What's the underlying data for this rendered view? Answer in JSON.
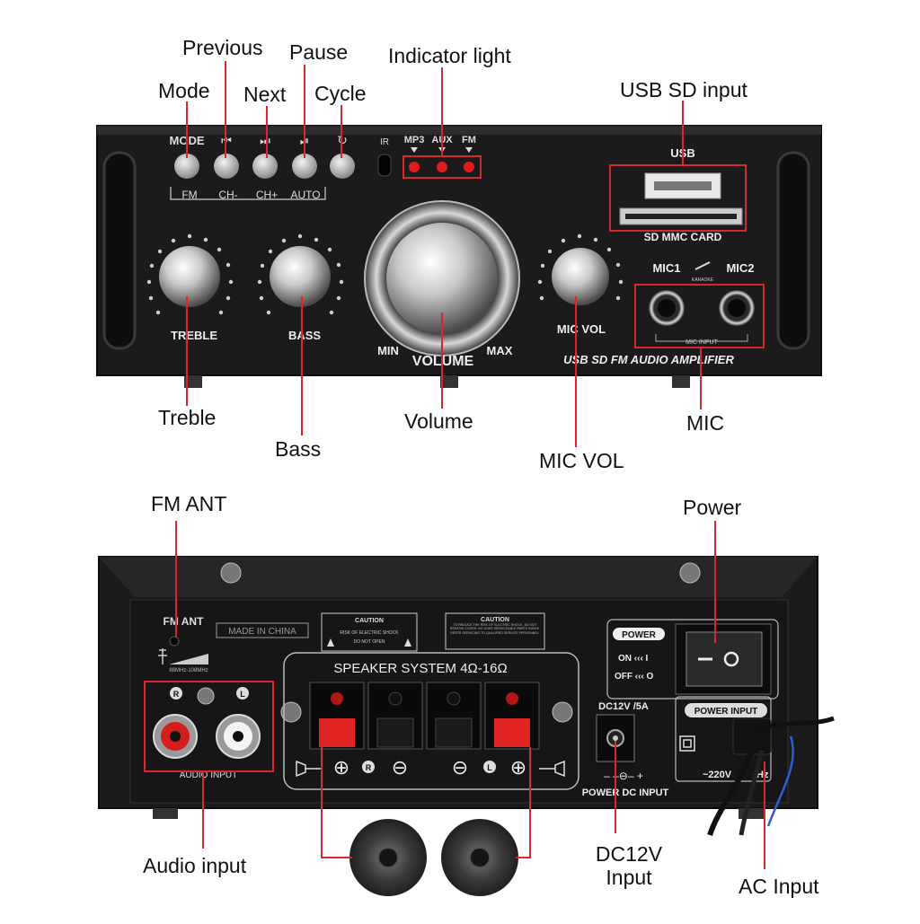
{
  "callouts": {
    "mode": "Mode",
    "previous": "Previous",
    "next": "Next",
    "pause": "Pause",
    "cycle": "Cycle",
    "indicator_light": "Indicator light",
    "usb_sd_input": "USB SD input",
    "treble": "Treble",
    "bass": "Bass",
    "volume": "Volume",
    "mic_vol": "MIC VOL",
    "mic": "MIC",
    "fm_ant": "FM ANT",
    "power": "Power",
    "audio_input": "Audio input",
    "dc12v_input": "DC12V Input",
    "ac_input": "AC Input"
  },
  "front_panel": {
    "button_labels_top": [
      "MODE",
      "⏮",
      "⏭",
      "⏯",
      "↻"
    ],
    "button_labels_bottom": [
      "FM",
      "CH-",
      "CH+",
      "AUTO"
    ],
    "ir_symbol": "IR",
    "indicators": [
      "MP3",
      "AUX",
      "FM"
    ],
    "usb_label": "USB",
    "sd_label": "SD MMC CARD",
    "mic1": "MIC1",
    "mic2": "MIC2",
    "karaoke": "KARAOKE",
    "mic_input_label": "MIC INPUT",
    "treble": "TREBLE",
    "bass": "BASS",
    "volume": "VOLUME",
    "min": "MIN",
    "max": "MAX",
    "mic_vol": "MIC VOL",
    "model": "USB SD FM AUDIO AMPLIFIER"
  },
  "rear_panel": {
    "fm_ant": "FM ANT",
    "fm_freq": "88MHz-108MHz",
    "made_in": "MADE IN CHINA",
    "caution1_title": "CAUTION",
    "caution1_line1": "RISK OF ELECTRIC SHOCK",
    "caution1_line2": "DO NOT OPEN",
    "caution2_title": "CAUTION",
    "caution2_text": "TO REDUCE THE RISK OF ELECTRIC SHOCK, DO NOT REMOVE COVER. NO USER SERVICEABLE PARTS INSIDE. REFER SERVICING TO QUALIFIED SERVICE PERSONNEL.",
    "speaker_system": "SPEAKER SYSTEM 4Ω-16Ω",
    "r": "R",
    "l": "L",
    "audio_input": "AUDIO INPUT",
    "power": "POWER",
    "on": "ON ‹‹‹ I",
    "off": "OFF ‹‹‹ O",
    "dc_rating": "DC12V /5A",
    "power_dc_input": "POWER DC INPUT",
    "power_input": "POWER INPUT",
    "ac_voltage": "~220V",
    "hz": "Hz"
  },
  "colors": {
    "callout_line": "#d9272e",
    "panel": "#1c1c1c",
    "led": "#e21b1b"
  }
}
